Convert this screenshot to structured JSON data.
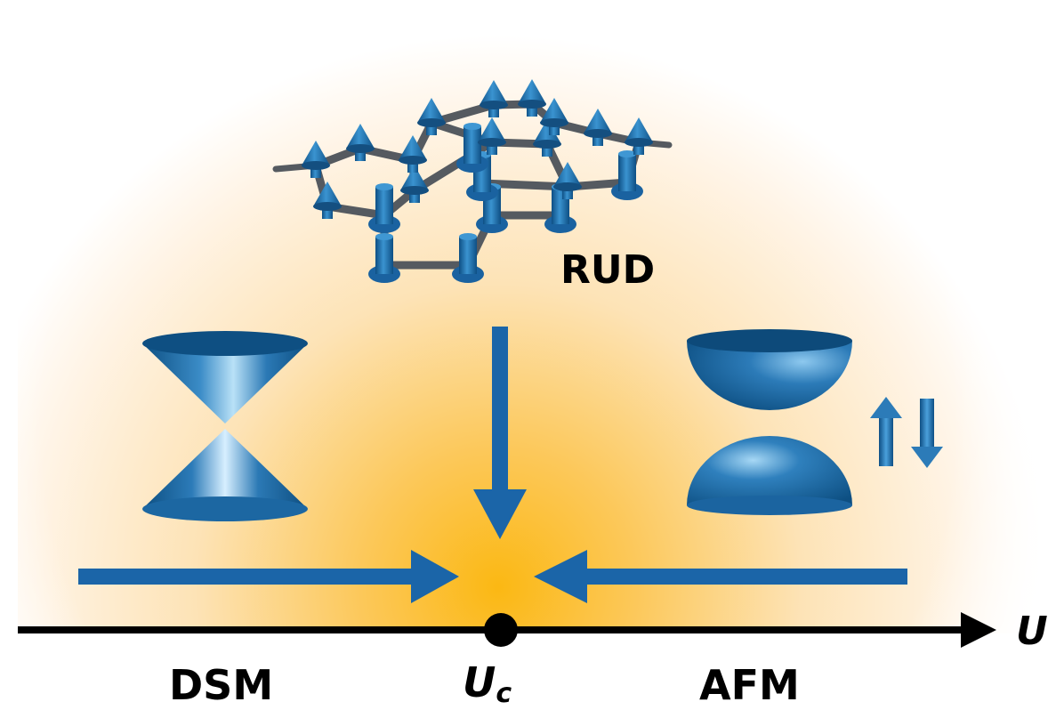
{
  "labels": {
    "rud": "RUD",
    "dsm": "DSM",
    "afm": "AFM",
    "axis": "U",
    "critical_main": "U",
    "critical_sub": "c"
  },
  "colors": {
    "spin_blue": "#1f6ea8",
    "arrow_blue": "#1b65a8",
    "glow_center": "#fbb813",
    "axis": "#000000",
    "bond": "#555a60"
  },
  "icons": [
    "honeycomb-spin-lattice-icon",
    "dirac-cone-icon",
    "gapped-band-icon",
    "spin-up-arrow-icon",
    "spin-down-arrow-icon"
  ]
}
